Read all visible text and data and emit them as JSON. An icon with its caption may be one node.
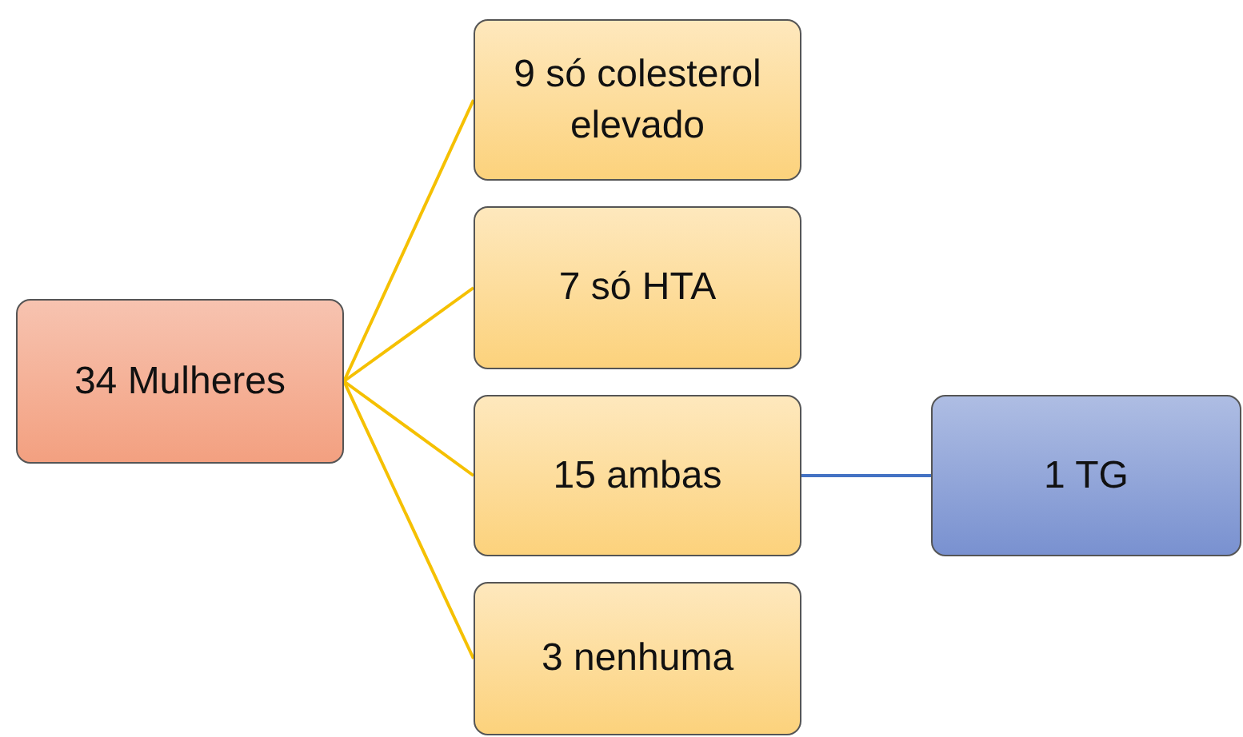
{
  "diagram": {
    "nodes": [
      {
        "text": [
          "34 Mulheres"
        ]
      },
      {
        "text": [
          "9 só colesterol elevado"
        ]
      },
      {
        "text": [
          "7 só HTA"
        ]
      },
      {
        "text": [
          "15 ambas"
        ]
      },
      {
        "text": [
          "3 nenhuma"
        ]
      },
      {
        "text": [
          "1 TG"
        ]
      }
    ],
    "edges": [
      {
        "from": 0,
        "to": 1,
        "arrow": "none"
      },
      {
        "from": 0,
        "to": 2,
        "arrow": "none"
      },
      {
        "from": 0,
        "to": 3,
        "arrow": "none"
      },
      {
        "from": 0,
        "to": 4,
        "arrow": "none"
      },
      {
        "from": 3,
        "to": 5,
        "arrow": "none",
        "color": "#4472c4"
      }
    ]
  }
}
